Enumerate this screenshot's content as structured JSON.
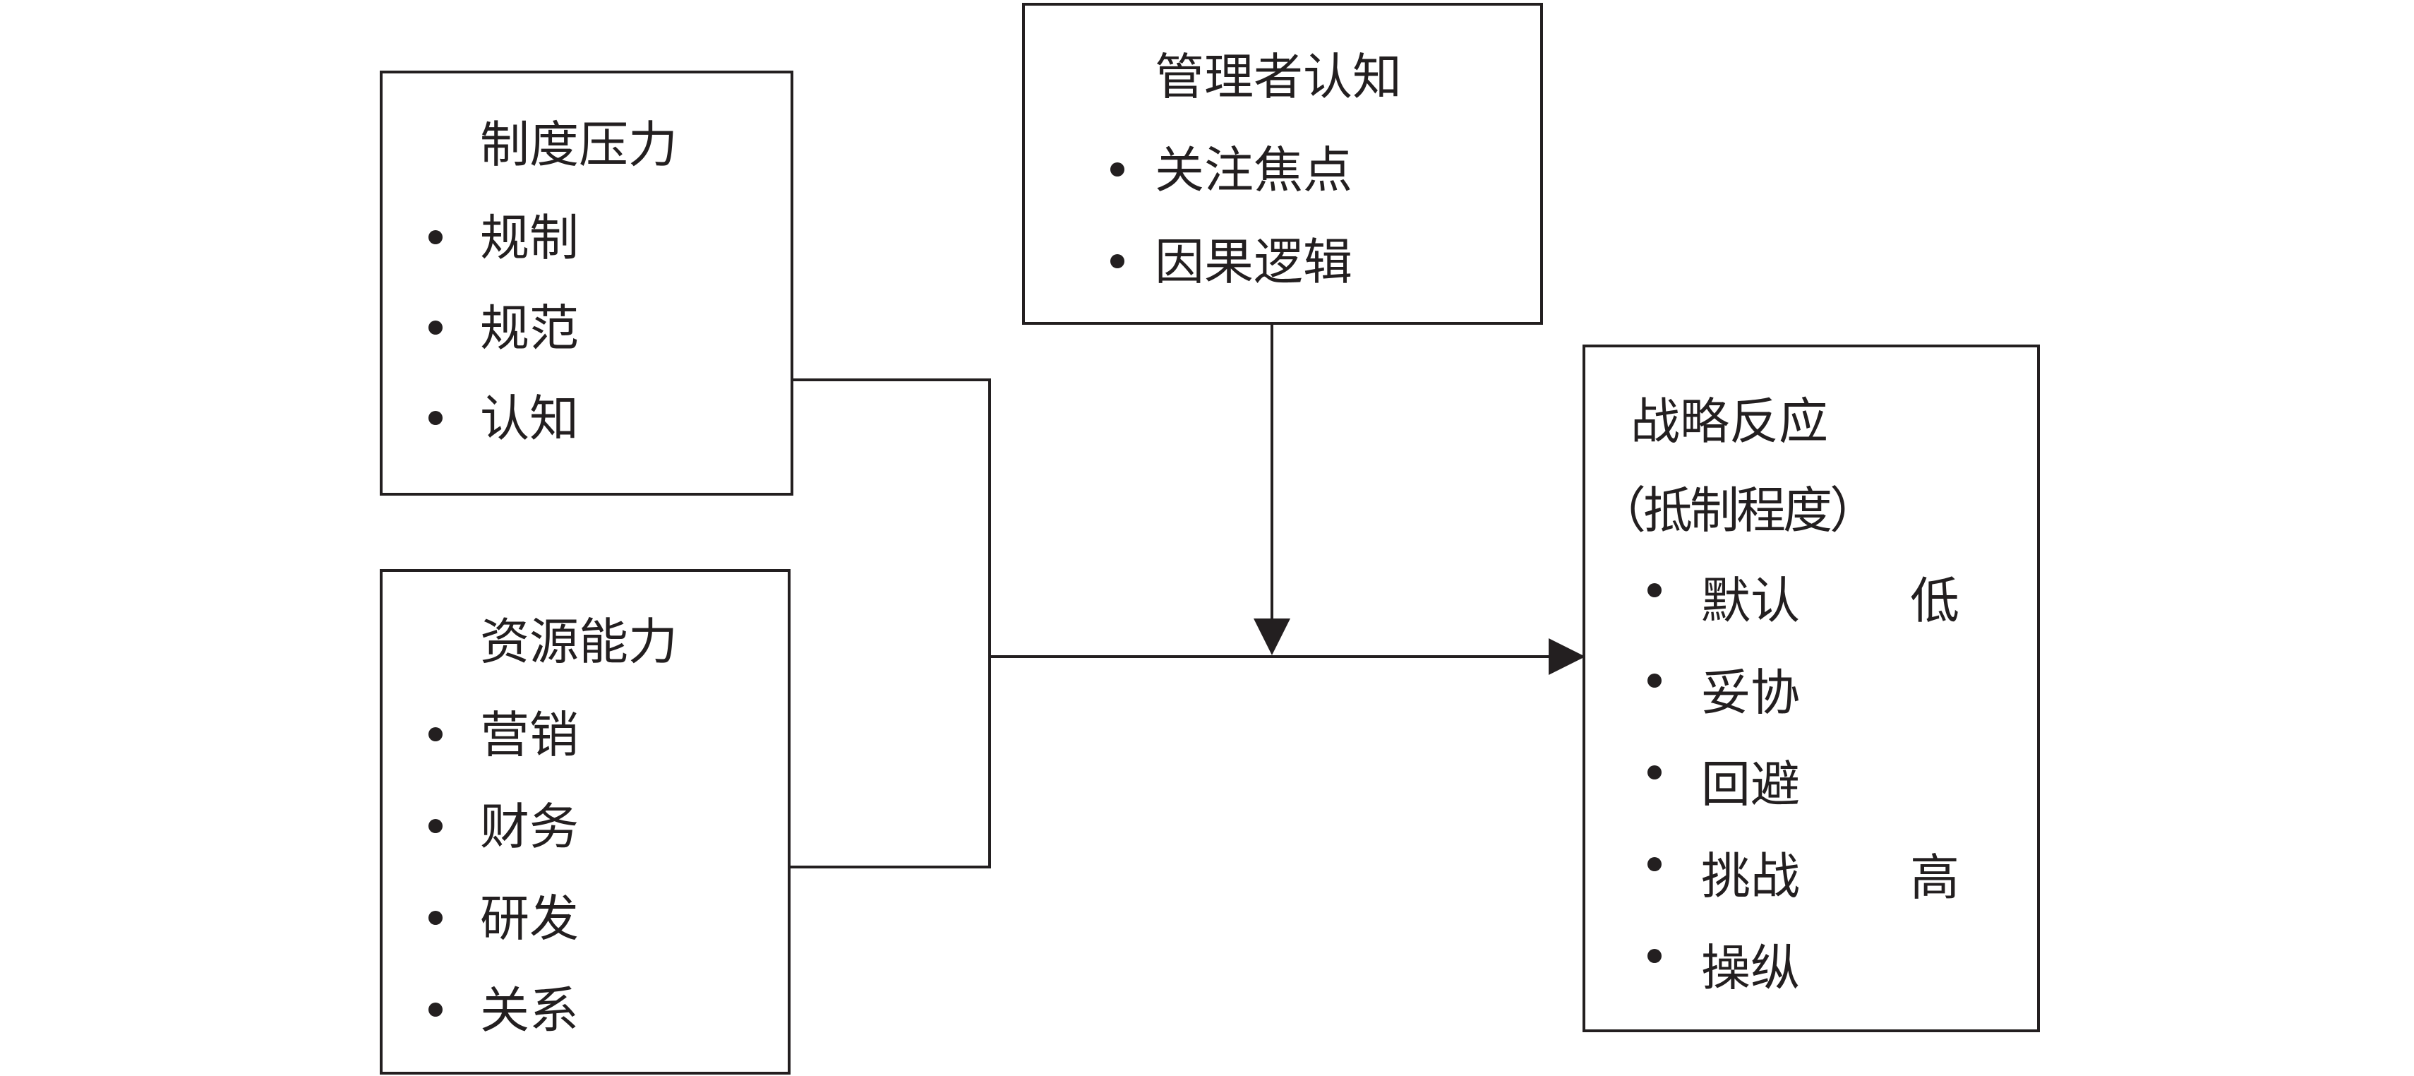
{
  "institutional_pressure": {
    "title": "制度压力",
    "items": [
      "规制",
      "规范",
      "认知"
    ]
  },
  "resource_capability": {
    "title": "资源能力",
    "items": [
      "营销",
      "财务",
      "研发",
      "关系"
    ]
  },
  "managerial_cognition": {
    "title": "管理者认知",
    "items": [
      "关注焦点",
      "因果逻辑"
    ]
  },
  "strategic_response": {
    "title": "战略反应",
    "subtitle": "（抵制程度）",
    "items": [
      "默认",
      "妥协",
      "回避",
      "挑战",
      "操纵"
    ],
    "scale_low": "低",
    "scale_high": "高"
  },
  "colors": {
    "line": "#231f20",
    "background": "#ffffff"
  }
}
